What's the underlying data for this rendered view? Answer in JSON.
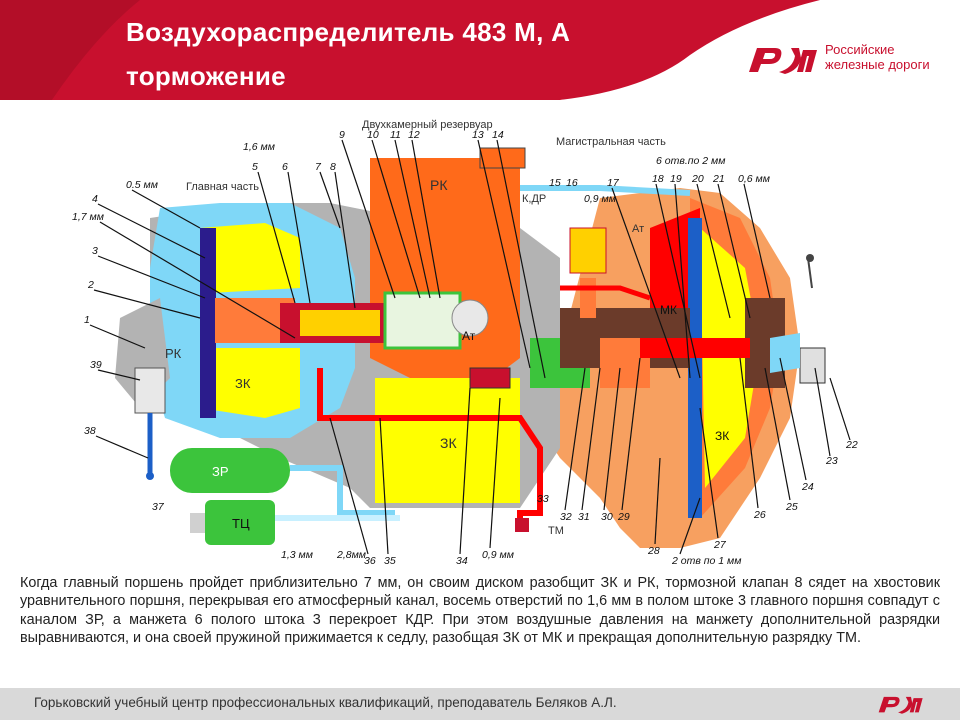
{
  "slide": {
    "title_line1": "Воздухораспределитель  483 М, А",
    "title_line2": "торможение"
  },
  "logo": {
    "line1": "Российские",
    "line2": "железные дороги"
  },
  "colors": {
    "brand_red": "#c8102e",
    "yellow": "#ffff00",
    "orange": "#ff6a1a",
    "blue": "#1c5fc7",
    "light_blue": "#7fd7f7",
    "cyan": "#00c8ff",
    "red": "#ff0000",
    "gray": "#b3b3b3",
    "green": "#3cc43c",
    "salmon": "#f7a060"
  },
  "diagram": {
    "texts": {
      "double_reservoir": "Двухкамерный резервуар",
      "main_part": "Главная часть",
      "main_line_part": "Магистральная часть",
      "rk": "РК",
      "zk": "ЗК",
      "zr": "ЗР",
      "tc": "ТЦ",
      "mk": "МК",
      "at": "Ат",
      "kdr": "К,ДР",
      "tm": "ТМ"
    },
    "callouts": [
      "9",
      "10",
      "11",
      "12",
      "13",
      "14",
      "15",
      "16",
      "17",
      "18",
      "19",
      "20",
      "21",
      "5",
      "6",
      "7",
      "8",
      "4",
      "3",
      "2",
      "1",
      "39",
      "38",
      "37",
      "0,6 мм",
      "0.5 мм",
      "1,7 мм",
      "1,6 мм",
      "0,9 мм",
      "6 отв.по 2 мм",
      "22",
      "23",
      "24",
      "25",
      "26",
      "27",
      "28",
      "29",
      "30",
      "31",
      "32",
      "33",
      "34",
      "35",
      "36",
      "1,3 мм",
      "2,8мм",
      "0,9 мм",
      "2 отв по 1 мм"
    ]
  },
  "caption": "Когда главный поршень пройдет приблизительно 7 мм, он своим диском разобщит ЗК и РК, тормозной клапан 8 сядет на хвостовик уравнительного поршня, перекрывая его атмосферный канал, восемь отверстий по 1,6 мм в полом штоке 3 главного поршня совпадут с каналом ЗР, а манжета 6 полого штока 3 перекроет КДР. При этом воздушные давления на манжету дополнительной разрядки выравниваются, и она своей пружиной прижимается к седлу, разобщая ЗК от МК и прекращая дополнительную разрядку ТМ.",
  "footer": {
    "text": "Горьковский учебный центр профессиональных квалификаций, преподаватель Беляков А.Л."
  }
}
